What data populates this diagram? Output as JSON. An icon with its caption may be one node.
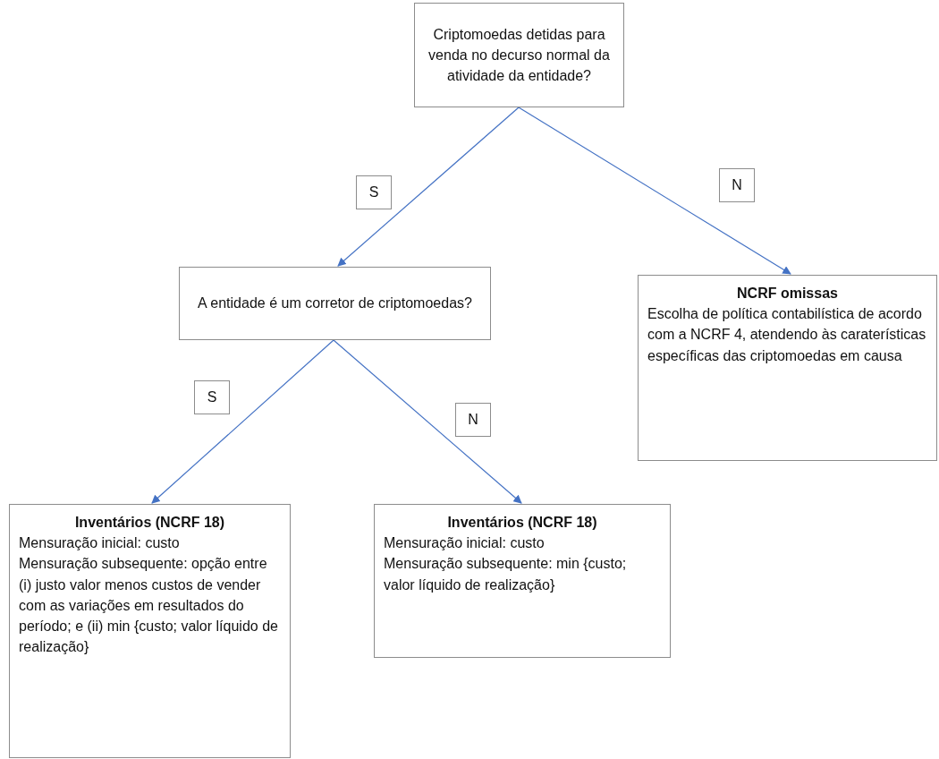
{
  "diagram": {
    "nodes": [
      {
        "text": [
          "Criptomoedas detidas para venda no decurso normal da atividade da entidade?"
        ]
      },
      {
        "text": [
          "A entidade é um corretor de criptomoedas?"
        ]
      },
      {
        "text": [
          "NCRF omissas",
          "Escolha de política contabilística de acordo com a NCRF 4, atendendo às caraterísticas específicas das criptomoedas em causa"
        ]
      },
      {
        "text": [
          "Inventários (NCRF 18)",
          "Mensuração inicial: custo",
          "Mensuração subsequente: opção entre (i) justo valor menos custos de vender com as variações em resultados do período; e (ii) min {custo; valor líquido de realização}"
        ]
      },
      {
        "text": [
          "Inventários (NCRF 18)",
          "Mensuração inicial: custo",
          "Mensuração subsequente: min {custo; valor líquido de realização}"
        ]
      }
    ],
    "edges": [
      {
        "from": 0,
        "to": 1,
        "arrow": "to",
        "label": "S"
      },
      {
        "from": 0,
        "to": 2,
        "arrow": "to",
        "label": "N"
      },
      {
        "from": 1,
        "to": 3,
        "arrow": "to",
        "label": "S"
      },
      {
        "from": 1,
        "to": 4,
        "arrow": "to",
        "label": "N"
      }
    ]
  }
}
